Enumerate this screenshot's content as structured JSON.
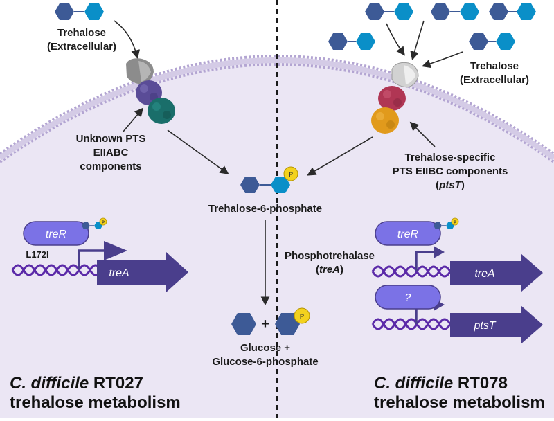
{
  "colors": {
    "hex_dark": "#3d5a96",
    "hex_light": "#0a8fc8",
    "phosphate": "#f3d21e",
    "gene_box": "#7b72e6",
    "arrow_gene": "#4a3e8c",
    "dna_strand": "#5b2aa8",
    "membrane": "#b3a5d2",
    "cell_fill": "#ebe6f4",
    "pts_gray": "#8c8c8c",
    "pts_purple": "#5a4c97",
    "pts_teal": "#1a6e6a",
    "pts_red": "#b03654",
    "pts_orange": "#e19a1c"
  },
  "labels": {
    "trehalose_ext_left_line1": "Trehalose",
    "trehalose_ext_left_line2": "(Extracellular)",
    "trehalose_ext_right_line1": "Trehalose",
    "trehalose_ext_right_line2": "(Extracellular)",
    "unknown_pts_line1": "Unknown PTS",
    "unknown_pts_line2": "EIIABC",
    "unknown_pts_line3": "components",
    "specific_pts_line1": "Trehalose-specific",
    "specific_pts_line2": "PTS EIIBC components",
    "specific_pts_line3": "ptsT",
    "t6p": "Trehalose-6-phosphate",
    "phosphotrehalase_line1": "Phosphotrehalase",
    "phosphotrehalase_line2": "treA",
    "glucose_line1": "Glucose +",
    "glucose_line2": "Glucose-6-phosphate",
    "plus": "+",
    "phosphate_symbol": "P",
    "mutation": "L172I",
    "question": "?"
  },
  "genes": {
    "left_regulator": "treR",
    "left_target": "treA",
    "right_regulator": "treR",
    "right_target1": "treA",
    "right_unknown_regulator": "?",
    "right_target2": "ptsT"
  },
  "titles": {
    "left_line1_italic": "C. difficile",
    "left_line1_rest": " RT027",
    "left_line2": "trehalose metabolism",
    "right_line1_italic": "C. difficile",
    "right_line1_rest": " RT078",
    "right_line2": "trehalose metabolism"
  },
  "icons": [
    "trehalose-molecule-icon",
    "phosphate-icon",
    "pts-transporter-icon",
    "dna-helix-icon",
    "gene-arrow-icon",
    "promoter-arrow-icon"
  ]
}
